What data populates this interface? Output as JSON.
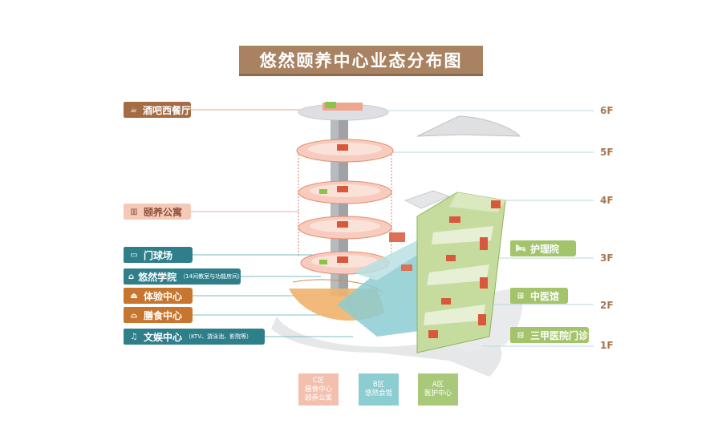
{
  "title": "悠然颐养中心业态分布图",
  "floors": [
    "6F",
    "5F",
    "4F",
    "3F",
    "2F",
    "1F"
  ],
  "left_tags": [
    {
      "label": "酒吧西餐厅",
      "icon": "cup-icon",
      "sub": ""
    },
    {
      "label": "颐养公寓",
      "icon": "building-icon",
      "sub": ""
    },
    {
      "label": "门球场",
      "icon": "court-icon",
      "sub": ""
    },
    {
      "label": "悠然学院",
      "icon": "academy-icon",
      "sub": "（14间教室与功能房间）"
    },
    {
      "label": "体验中心",
      "icon": "museum-icon",
      "sub": ""
    },
    {
      "label": "膳食中心",
      "icon": "dome-icon",
      "sub": ""
    },
    {
      "label": "文娱中心",
      "icon": "music-icon",
      "sub": "（KTV、游泳池、影院等）"
    }
  ],
  "right_tags": [
    {
      "label": "护理院",
      "icon": "bed-icon"
    },
    {
      "label": "中医馆",
      "icon": "cross-icon"
    },
    {
      "label": "三甲医院门诊",
      "icon": "kit-icon"
    }
  ],
  "legend": [
    {
      "zone": "C区",
      "lines": [
        "膳食中心",
        "颐养公寓"
      ],
      "color": "#f3c0ad"
    },
    {
      "zone": "B区",
      "lines": [
        "悠然会馆"
      ],
      "color": "#8ccdd2"
    },
    {
      "zone": "A区",
      "lines": [
        "医护中心"
      ],
      "color": "#a9c97a"
    }
  ]
}
